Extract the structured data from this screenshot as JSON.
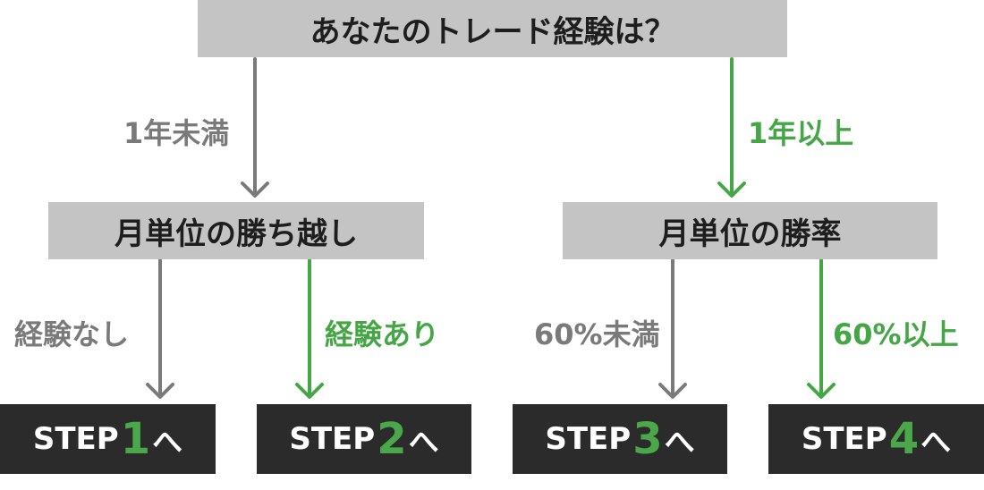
{
  "root": {
    "question": "あなたのトレード経験は？"
  },
  "branches": {
    "left_label": "1年未満",
    "right_label": "1年以上"
  },
  "mid": {
    "left_question": "月単位の勝ち越し",
    "right_question": "月単位の勝率"
  },
  "leaf_labels": {
    "l1": "経験なし",
    "l2": "経験あり",
    "l3": "60%未満",
    "l4": "60%以上"
  },
  "steps": [
    {
      "prefix": "STEP",
      "num": "1",
      "suffix": "へ"
    },
    {
      "prefix": "STEP",
      "num": "2",
      "suffix": "へ"
    },
    {
      "prefix": "STEP",
      "num": "3",
      "suffix": "へ"
    },
    {
      "prefix": "STEP",
      "num": "4",
      "suffix": "へ"
    }
  ],
  "colors": {
    "negative": "#7a7a7a",
    "positive": "#45a645",
    "box_gray": "#c4c4c4",
    "box_dark": "#2b2b2b"
  }
}
